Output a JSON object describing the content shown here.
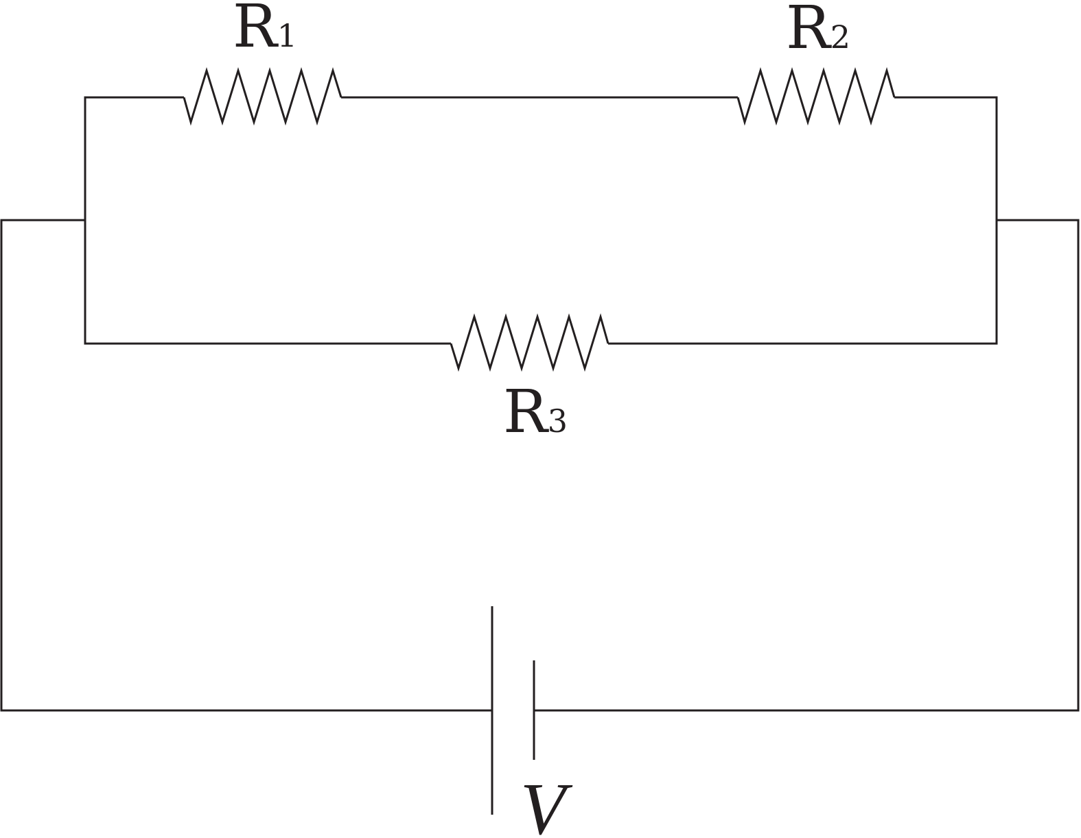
{
  "components": {
    "r1": {
      "symbol": "R",
      "subscript": "1"
    },
    "r2": {
      "symbol": "R",
      "subscript": "2"
    },
    "r3": {
      "symbol": "R",
      "subscript": "3"
    },
    "battery": {
      "label": "V"
    }
  },
  "colors": {
    "line": "#231f20",
    "background": "#ffffff"
  }
}
